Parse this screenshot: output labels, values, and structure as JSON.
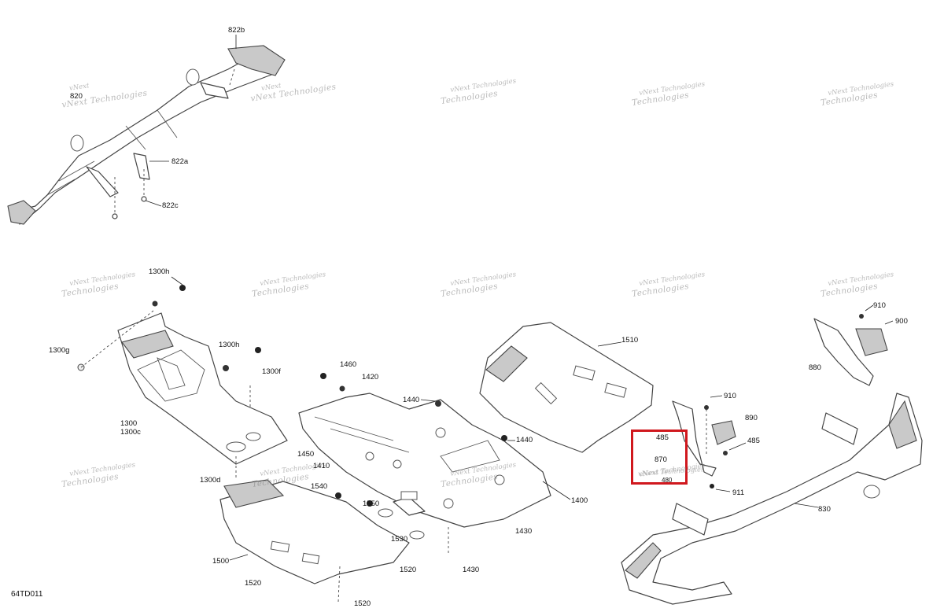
{
  "drawing_code": "64TD011",
  "watermark": {
    "line1": "vNext",
    "line2": "Technologies",
    "full": "vNext Technologies"
  },
  "callouts": {
    "c822b": "822b",
    "c820": "820",
    "c822a": "822a",
    "c822c": "822c",
    "c1300h_a": "1300h",
    "c1300g": "1300g",
    "c1300h_b": "1300h",
    "c1300f": "1300f",
    "c1300": "1300",
    "c1300c": "1300c",
    "c1300d": "1300d",
    "c1460": "1460",
    "c1420": "1420",
    "c1440_a": "1440",
    "c1440_b": "1440",
    "c1450": "1450",
    "c1410": "1410",
    "c1400": "1400",
    "c1540": "1540",
    "c1550": "1550",
    "c1530": "1530",
    "c1430_a": "1430",
    "c1430_b": "1430",
    "c1500": "1500",
    "c1520_a": "1520",
    "c1520_b": "1520",
    "c1520_c": "1520",
    "c1510": "1510",
    "c910_a": "910",
    "c900": "900",
    "c880": "880",
    "c910_b": "910",
    "c890": "890",
    "c485_a": "485",
    "c485_b": "485",
    "c870": "870",
    "c911": "911",
    "c830": "830",
    "c480": "480"
  },
  "highlight": {
    "color": "#d0181e"
  }
}
